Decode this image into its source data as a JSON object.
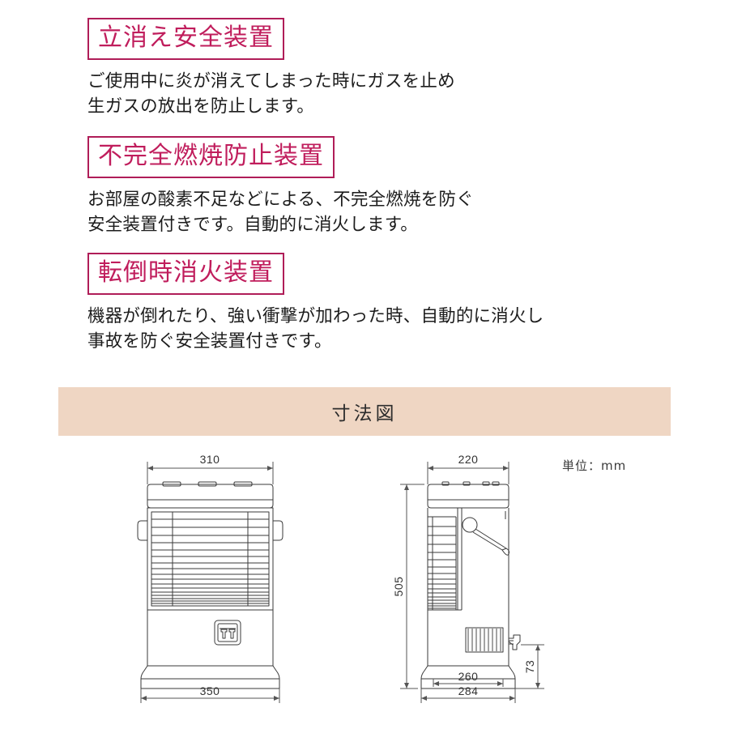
{
  "features": [
    {
      "title": "立消え安全装置",
      "lines": [
        "ご使用中に炎が消えてしまった時にガスを止め",
        "生ガスの放出を防止します。"
      ]
    },
    {
      "title": "不完全燃焼防止装置",
      "lines": [
        "お部屋の酸素不足などによる、不完全燃焼を防ぐ",
        "安全装置付きです。自動的に消火します。"
      ]
    },
    {
      "title": "転倒時消火装置",
      "lines": [
        "機器が倒れたり、強い衝撃が加わった時、自動的に消火し",
        "事故を防ぐ安全装置付きです。"
      ]
    }
  ],
  "banner": {
    "title": "寸法図",
    "background_color": "#EFD6C3"
  },
  "drawing": {
    "unit_label": "単位：mm",
    "front_view": {
      "dimensions": {
        "top_width": "310",
        "base_width": "350"
      }
    },
    "side_view": {
      "dimensions": {
        "top_depth": "220",
        "height": "505",
        "base_depth": "260",
        "overall_depth": "284",
        "nozzle_height": "73"
      }
    }
  },
  "colors": {
    "title_border": "#b01d58",
    "title_text": "#c01d5c",
    "body_text": "#1c1c1c",
    "line_art": "#333333"
  }
}
